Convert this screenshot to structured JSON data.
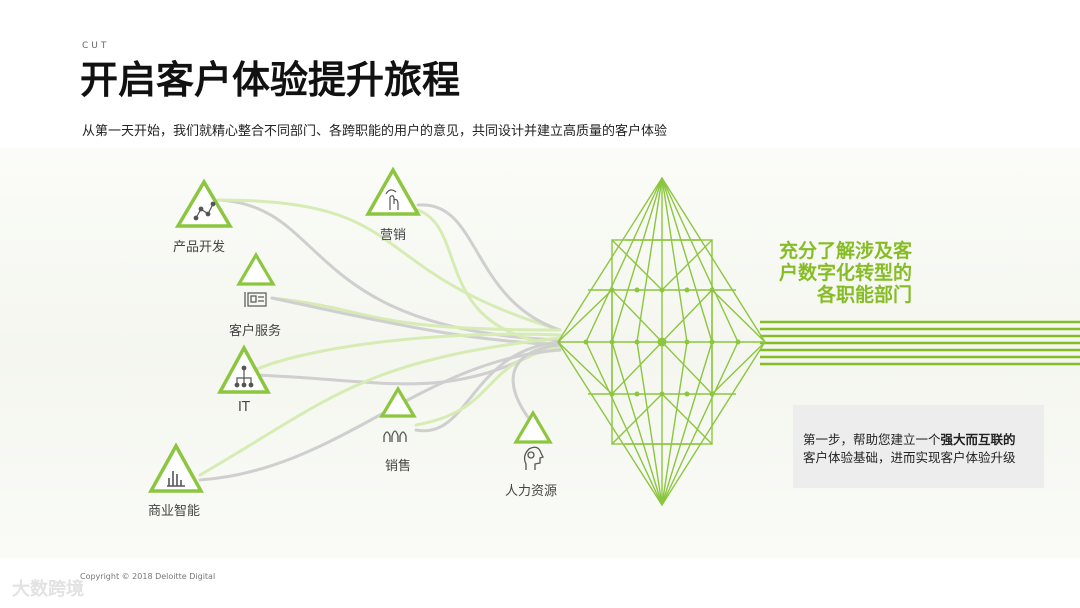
{
  "header": {
    "eyebrow": "CUT",
    "title": "开启客户体验提升旅程",
    "subtitle": "从第一天开始，我们就精心整合不同部门、各跨职能的用户的意见，共同设计并建立高质量的客户体验"
  },
  "nodes": [
    {
      "label": "产品开发",
      "icon": "network-graph-icon"
    },
    {
      "label": "营销",
      "icon": "touch-hand-icon"
    },
    {
      "label": "客户服务",
      "icon": "id-card-icon"
    },
    {
      "label": "IT",
      "icon": "hierarchy-icon"
    },
    {
      "label": "销售",
      "icon": "people-icon"
    },
    {
      "label": "人力资源",
      "icon": "head-icon"
    },
    {
      "label": "商业智能",
      "icon": "bar-chart-icon"
    }
  ],
  "callout": {
    "line1": "充分了解涉及客",
    "line2": "户数字化转型的",
    "line3": "各职能部门"
  },
  "note": {
    "prefix": "第一步，帮助您建立一个",
    "highlight": "强大而互联的",
    "suffix": "客户体验基础，进而实现客户体验升级"
  },
  "footer": {
    "text": "Copyright © 2018 Deloitte Digital"
  },
  "watermark": {
    "text": "大数跨境"
  },
  "colors": {
    "accent": "#86bc25",
    "accent_light": "#c5e39a",
    "line_gray": "#c8c8c8"
  }
}
